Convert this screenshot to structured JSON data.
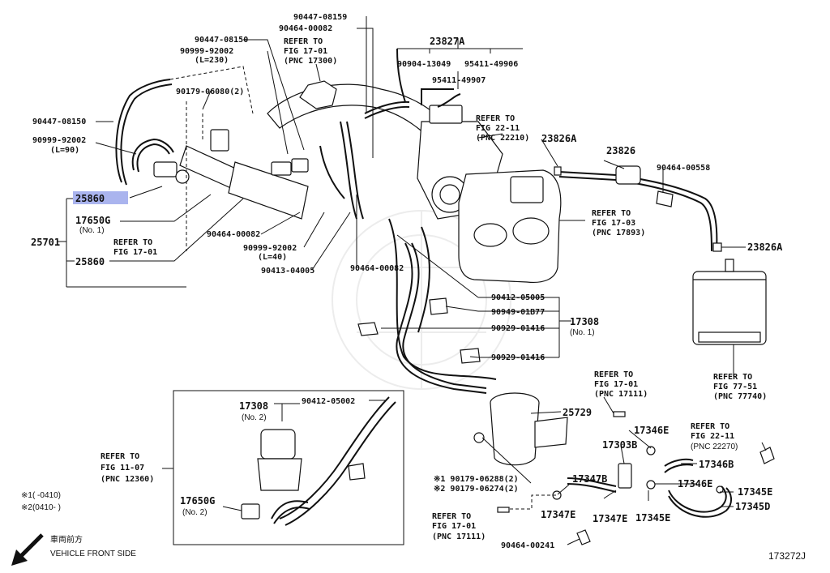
{
  "callouts": {
    "p25860_hl": "25860",
    "p25860_b": "25860",
    "p25701": "25701",
    "p17650g_1": "17650G",
    "no1_a": "(No. 1)",
    "p90447_08150_a": "90447-08150",
    "p90999_92002_a": "90999-92002",
    "l90": "(L=90)",
    "p90447_08150_b": "90447-08150",
    "p90999_92002_b": "90999-92002",
    "l230": "(L=230)",
    "p90179_06080": "90179-06080(2)",
    "p90447_08159": "90447-08159",
    "p90464_00082_a": "90464-00082",
    "refer_1701_top_a": "REFER TO",
    "refer_1701_top_b": "FIG 17-01",
    "refer_1701_top_c": "(PNC 17300)",
    "p23827a": "23827A",
    "p90904_13049": "90904-13049",
    "p95411_49906": "95411-49906",
    "p95411_49907": "95411-49907",
    "refer_2211_a": "REFER TO",
    "refer_2211_b": "FIG 22-11",
    "refer_2211_c": "(PNC 22210)",
    "p23826a_a": "23826A",
    "p23826": "23826",
    "p90464_00558": "90464-00558",
    "refer_1703_a": "REFER TO",
    "refer_1703_b": "FIG 17-03",
    "refer_1703_c": "(PNC 17893)",
    "p23826a_b": "23826A",
    "refer_1701_left_a": "REFER TO",
    "refer_1701_left_b": "FIG 17-01",
    "p90464_00082_b": "90464-00082",
    "p90999_92002_c": "90999-92002",
    "l40": "(L=40)",
    "p90413_04005": "90413-04005",
    "p90464_00082_c": "90464-00082",
    "p90412_05005": "90412-05005",
    "p90949_01b77": "90949-01B77",
    "p17308_1": "17308",
    "no1_b": "(No. 1)",
    "p90929_01416_a": "90929-01416",
    "p90929_01416_b": "90929-01416",
    "refer_7751_a": "REFER TO",
    "refer_7751_b": "FIG 77-51",
    "refer_7751_c": "(PNC 77740)",
    "p17308_2": "17308",
    "no2_a": "(No. 2)",
    "p90412_05002": "90412-05002",
    "p25729": "25729",
    "refer_1107_a": "REFER TO",
    "refer_1107_b": "FIG 11-07",
    "refer_1107_c": "(PNC 12360)",
    "refer_1701_r_a": "REFER TO",
    "refer_1701_r_b": "FIG 17-01",
    "refer_1701_r_c": "(PNC 17111)",
    "p17346e_a": "17346E",
    "refer_2211b_a": "REFER TO",
    "refer_2211b_b": "FIG 22-11",
    "refer_2211b_c": "(PNC 22270)",
    "p17303b": "17303B",
    "p17346b": "17346B",
    "p90179_06288": "※1 90179-06288(2)",
    "p90179_06274": "※2 90179-06274(2)",
    "p17347b": "17347B",
    "p17346e_b": "17346E",
    "p17345e_a": "17345E",
    "p17650g_2": "17650G",
    "no2_b": "(No. 2)",
    "p17347e_a": "17347E",
    "p17347e_b": "17347E",
    "p17345e_b": "17345E",
    "p17345d": "17345D",
    "refer_1701_b_a": "REFER TO",
    "refer_1701_b_b": "FIG 17-01",
    "refer_1701_b_c": "(PNC 17111)",
    "p90464_00241": "90464-00241"
  },
  "footnotes": {
    "note1": "※1(     -0410)",
    "note2": "※2(0410-      )"
  },
  "direction": {
    "jp": "車両前方",
    "en": "VEHICLE FRONT SIDE"
  },
  "figure_id": "173272J",
  "colors": {
    "highlight": "#aab4ee",
    "ink": "#111111"
  },
  "icons": {
    "direction_arrow": "arrow-down-left-icon"
  }
}
